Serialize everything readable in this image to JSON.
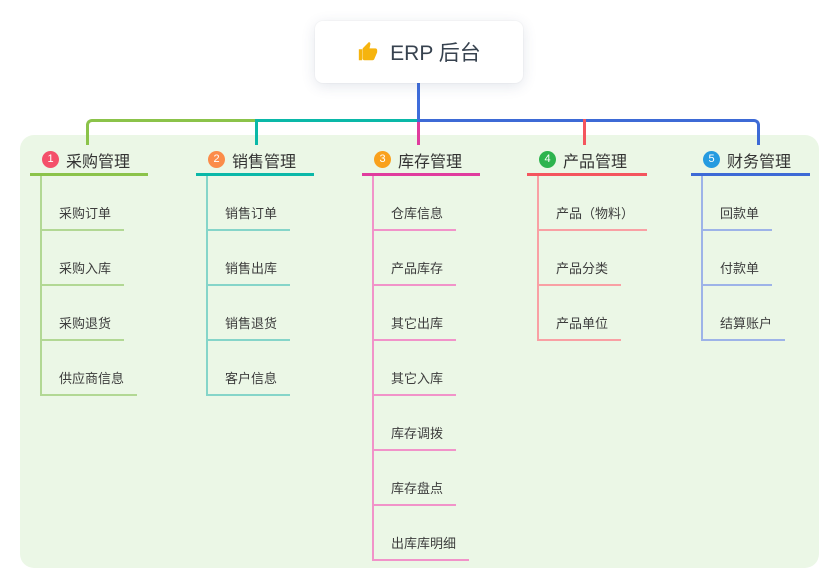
{
  "root": {
    "label": "ERP 后台",
    "icon": "thumbs-up-icon"
  },
  "canvas": {
    "background": "#ffffff",
    "panel_color": "#ebf7e6"
  },
  "connector": {
    "root_line_color": "#3f6ddb"
  },
  "branches": [
    {
      "index": "1",
      "label": "采购管理",
      "badge_color": "#f4506a",
      "line_color": "#8bc34a",
      "child_line_color": "#b2d894",
      "children": [
        "采购订单",
        "采购入库",
        "采购退货",
        "供应商信息"
      ]
    },
    {
      "index": "2",
      "label": "销售管理",
      "badge_color": "#fb8c49",
      "line_color": "#0ab8a8",
      "child_line_color": "#85d5c9",
      "children": [
        "销售订单",
        "销售出库",
        "销售退货",
        "客户信息"
      ]
    },
    {
      "index": "3",
      "label": "库存管理",
      "badge_color": "#f9a11d",
      "line_color": "#e03c9e",
      "child_line_color": "#f193c9",
      "children": [
        "仓库信息",
        "产品库存",
        "其它出库",
        "其它入库",
        "库存调拨",
        "库存盘点",
        "出库库明细"
      ]
    },
    {
      "index": "4",
      "label": "产品管理",
      "badge_color": "#2db44e",
      "line_color": "#f4555e",
      "child_line_color": "#f9a0a4",
      "children": [
        "产品（物料）",
        "产品分类",
        "产品单位"
      ]
    },
    {
      "index": "5",
      "label": "财务管理",
      "badge_color": "#259be0",
      "line_color": "#3d6ad6",
      "child_line_color": "#9db3e8",
      "children": [
        "回款单",
        "付款单",
        "结算账户"
      ]
    }
  ]
}
